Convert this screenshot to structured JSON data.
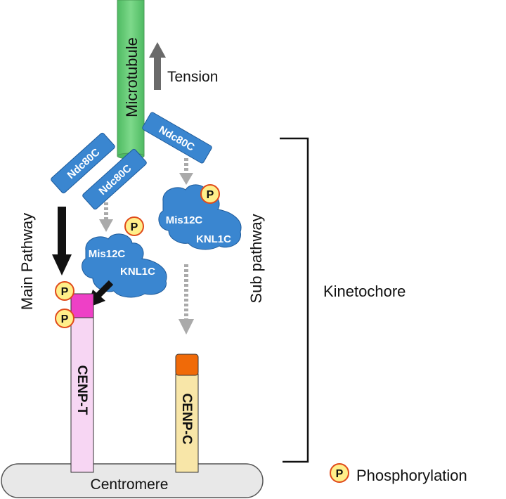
{
  "labels": {
    "microtubule": "Microtubule",
    "tension": "Tension",
    "ndc80c": "Ndc80C",
    "mis12c": "Mis12C",
    "knl1c": "KNL1C",
    "main_pathway": "Main Pathway",
    "sub_pathway": "Sub pathway",
    "kinetochore": "Kinetochore",
    "cenp_t": "CENP-T",
    "cenp_c": "CENP-C",
    "centromere": "Centromere",
    "phosphorylation": "Phosphorylation",
    "p": "P"
  },
  "colors": {
    "microtubule": "#66cc77",
    "ndc80c": "#3a86d0",
    "mis12c_blob": "#3a86d0",
    "cenp_t_body": "#f7d6f3",
    "cenp_t_head": "#ee40c6",
    "cenp_c_body": "#f8e6a8",
    "cenp_c_head": "#f06a08",
    "centromere": "#e8e8e8",
    "phospho_fill": "#ffef8a",
    "phospho_border": "#e04a1a",
    "tension_arrow": "#6a6a6a",
    "dashed_arrow": "#aaaaaa"
  }
}
